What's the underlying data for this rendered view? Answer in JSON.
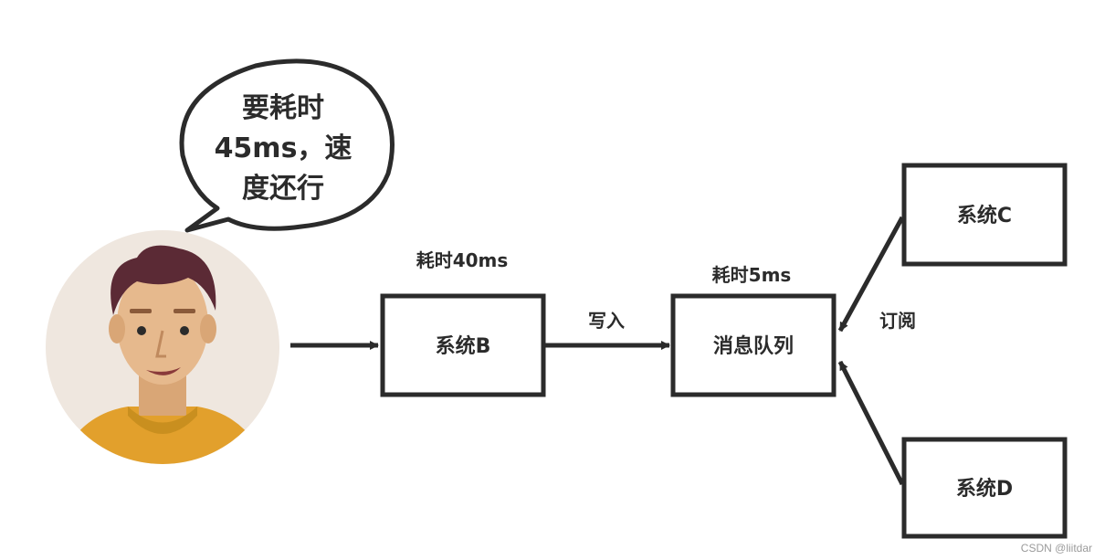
{
  "speech_bubble": {
    "lines": [
      "要耗时",
      "45ms，速",
      "度还行"
    ]
  },
  "nodes": {
    "system_b": {
      "label": "系统B",
      "caption": "耗时40ms"
    },
    "message_queue": {
      "label": "消息队列",
      "caption": "耗时5ms"
    },
    "system_c": {
      "label": "系统C"
    },
    "system_d": {
      "label": "系统D"
    }
  },
  "edges": {
    "write_label": "写入",
    "subscribe_label": "订阅"
  },
  "watermark": "CSDN @liitdar",
  "colors": {
    "stroke": "#2b2b2b",
    "avatar_bg": "#efe7df",
    "skin": "#e6b98d",
    "hair": "#5b2a35",
    "shirt": "#e2a02c"
  }
}
